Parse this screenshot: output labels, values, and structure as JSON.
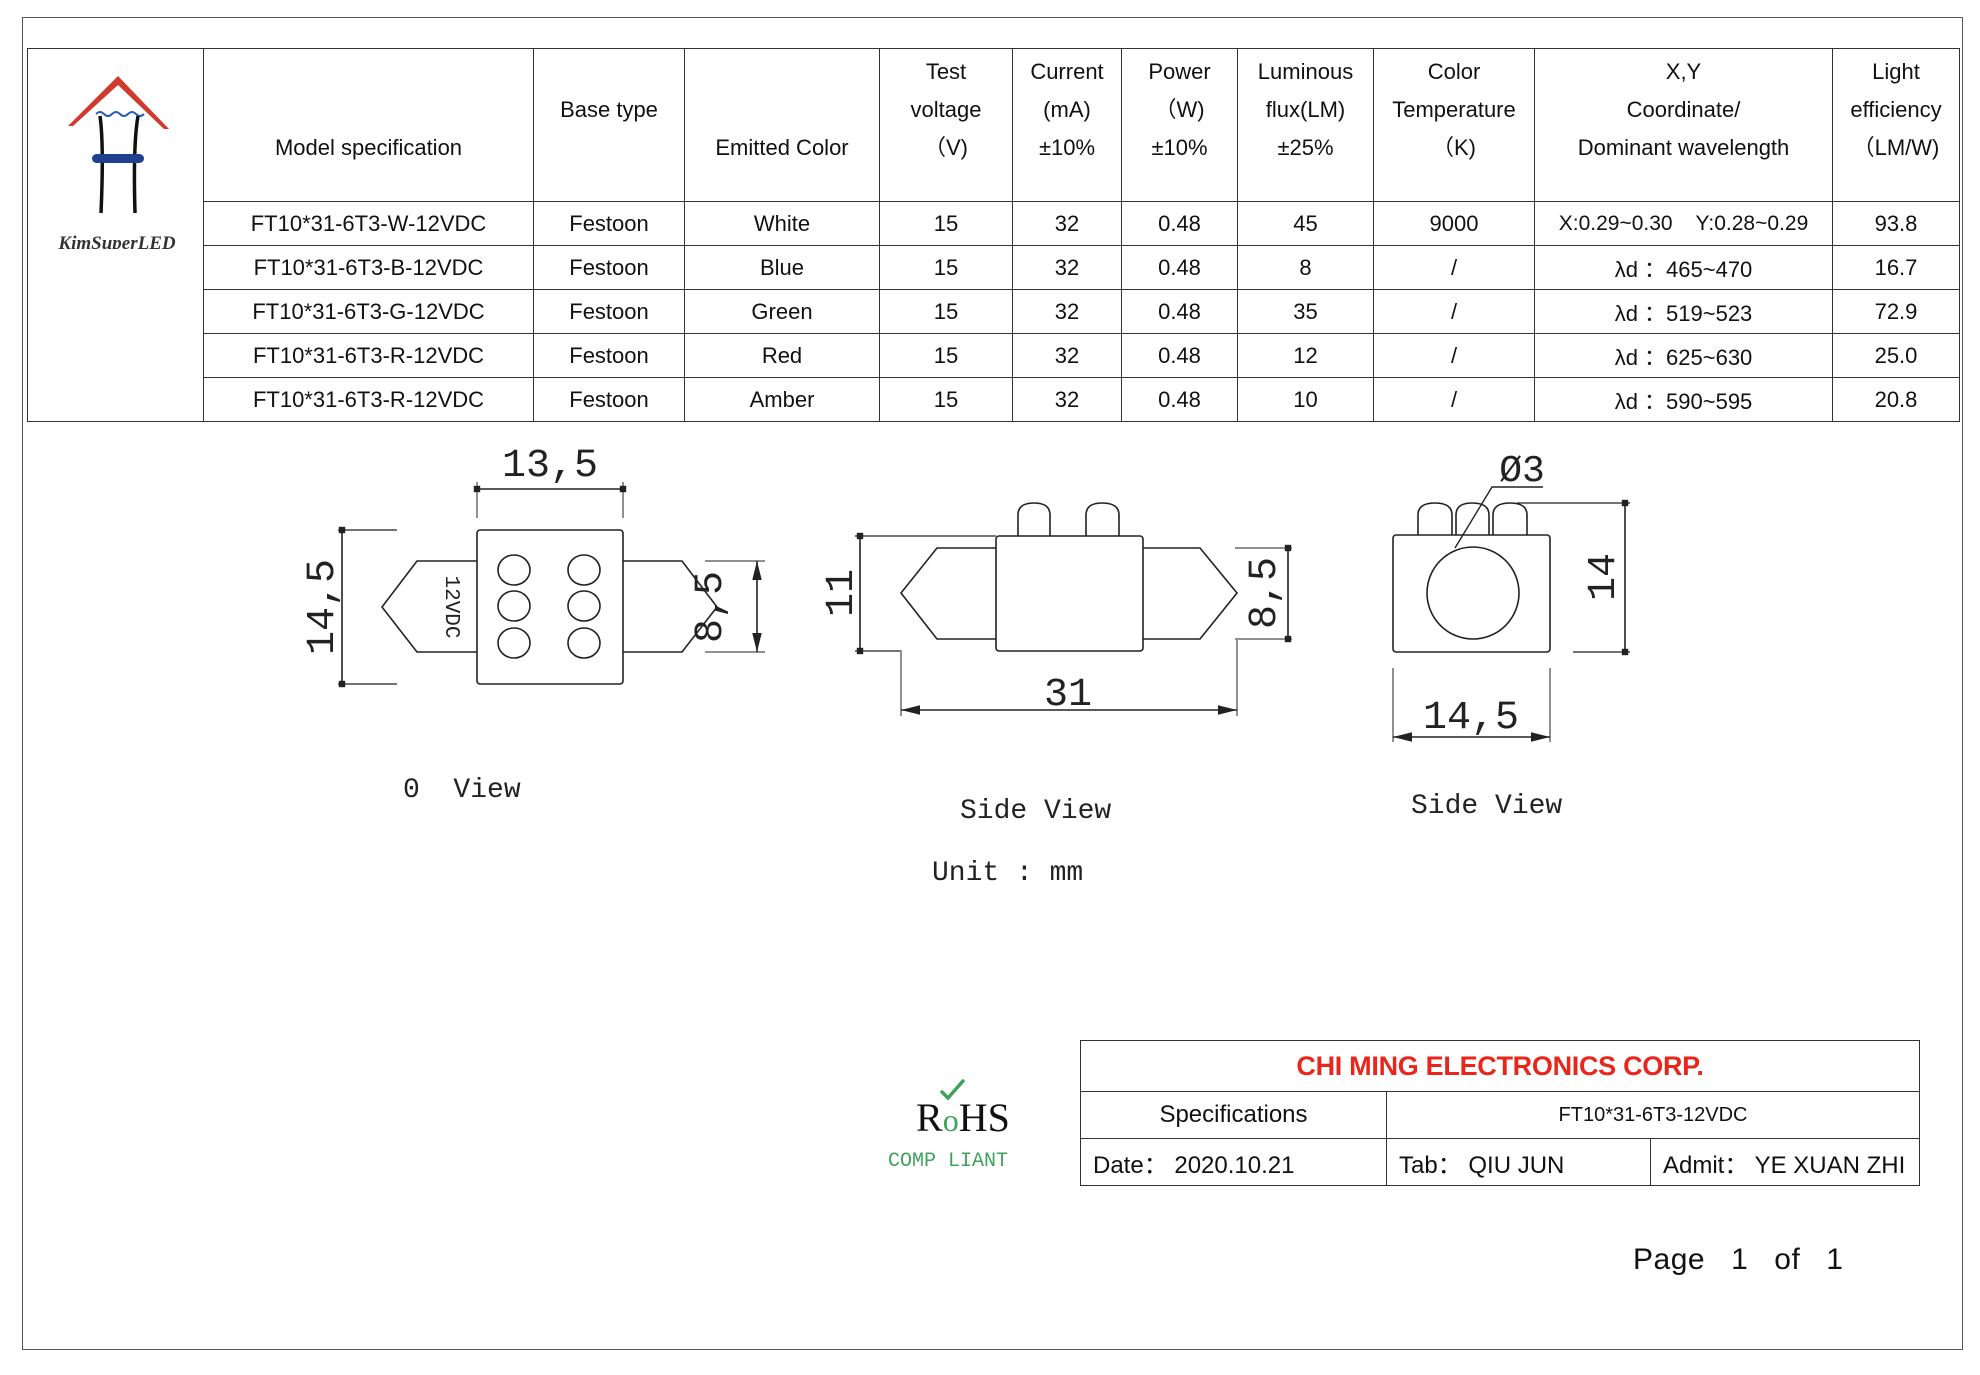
{
  "logo": {
    "brand": "KimSuperLED",
    "roof_color": "#d0392b",
    "accent_color": "#1f3f8f"
  },
  "spec_table": {
    "headers": [
      {
        "lines": [
          "",
          "",
          "Model specification"
        ]
      },
      {
        "lines": [
          "",
          "Base type",
          ""
        ]
      },
      {
        "lines": [
          "",
          "",
          "Emitted Color"
        ]
      },
      {
        "lines": [
          "Test",
          "voltage",
          "（V)"
        ]
      },
      {
        "lines": [
          "Current",
          "(mA)",
          "±10%"
        ]
      },
      {
        "lines": [
          "Power",
          "（W)",
          "±10%"
        ]
      },
      {
        "lines": [
          "Luminous",
          "flux(LM)",
          "±25%"
        ]
      },
      {
        "lines": [
          "Color",
          "Temperature",
          "（K)"
        ]
      },
      {
        "lines": [
          "X,Y",
          "Coordinate/",
          "Dominant wavelength"
        ]
      },
      {
        "lines": [
          "Light",
          "efficiency",
          "（LM/W)"
        ]
      }
    ],
    "rows": [
      [
        "FT10*31-6T3-W-12VDC",
        "Festoon",
        "White",
        "15",
        "32",
        "0.48",
        "45",
        "9000",
        "X:0.29~0.30    Y:0.28~0.29",
        "93.8"
      ],
      [
        "FT10*31-6T3-B-12VDC",
        "Festoon",
        "Blue",
        "15",
        "32",
        "0.48",
        "8",
        "/",
        "λd ：465~470",
        "16.7"
      ],
      [
        "FT10*31-6T3-G-12VDC",
        "Festoon",
        "Green",
        "15",
        "32",
        "0.48",
        "35",
        "/",
        "λd ：519~523",
        "72.9"
      ],
      [
        "FT10*31-6T3-R-12VDC",
        "Festoon",
        "Red",
        "15",
        "32",
        "0.48",
        "12",
        "/",
        "λd ：625~630",
        "25.0"
      ],
      [
        "FT10*31-6T3-R-12VDC",
        "Festoon",
        "Amber",
        "15",
        "32",
        "0.48",
        "10",
        "/",
        "λd ：590~595",
        "20.8"
      ]
    ]
  },
  "drawings": {
    "top_view": {
      "width_dim": "13,5",
      "height_dim": "14,5",
      "prong_dim": "8,5",
      "label_on_body": "12VDC",
      "caption": "0  View"
    },
    "side_view": {
      "height_dim": "11",
      "prong_dim": "8,5",
      "length_dim": "31",
      "caption": "Side View"
    },
    "end_view": {
      "diameter_dim": "Ø3",
      "height_dim": "14",
      "width_dim": "14,5",
      "caption": "Side View"
    },
    "unit_label": "Unit : mm"
  },
  "rohs": {
    "mark": "RoHS",
    "r": "R",
    "o": "o",
    "hs": "HS",
    "subtitle": "COMP LIANT",
    "color": "#3da35a"
  },
  "title_block": {
    "company": "CHI MING ELECTRONICS CORP.",
    "company_color": "#e8261c",
    "spec_label": "Specifications",
    "spec_value": "FT10*31-6T3-12VDC",
    "date": "Date： 2020.10.21",
    "tab": "Tab： QIU JUN",
    "admit": "Admit： YE XUAN ZHI"
  },
  "footer": {
    "page_word": "Page",
    "page_current": "1",
    "of_word": "of",
    "page_total": "1"
  }
}
